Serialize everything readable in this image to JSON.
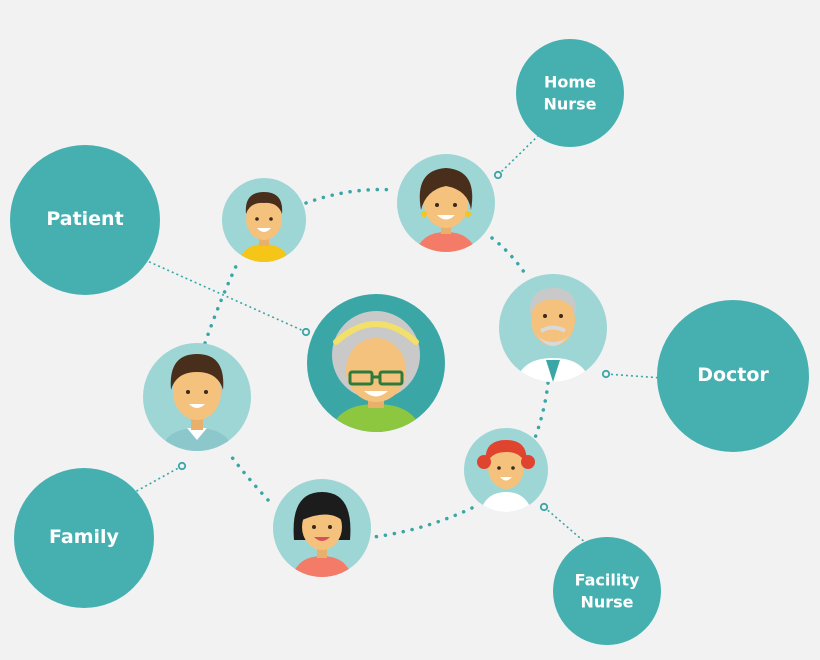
{
  "roles": {
    "patient": "Patient",
    "family": "Family",
    "home_nurse": "Home\nNurse",
    "doctor": "Doctor",
    "facility_nurse": "Facility\nNurse"
  },
  "colors": {
    "background": "#f2f2f2",
    "role_circle": "#46b0b1",
    "avatar_bg": "#9ed6d6",
    "center_bg": "#3aa6a6",
    "connector": "#3aa6a6",
    "skin": "#f4c27c",
    "hair_dark": "#4a2e1c",
    "hair_grey": "#c9c9c9",
    "shirt_yellow": "#f5c518",
    "shirt_coral": "#f47b67",
    "hair_red": "#e0442f",
    "shirt_green": "#8dc63f",
    "headband": "#f3e06a"
  },
  "icons": [
    "man-avatar-icon",
    "woman-avatar-icon",
    "elder-woman-avatar-icon",
    "doctor-avatar-icon",
    "nurse-avatar-icon",
    "boy-avatar-icon"
  ]
}
